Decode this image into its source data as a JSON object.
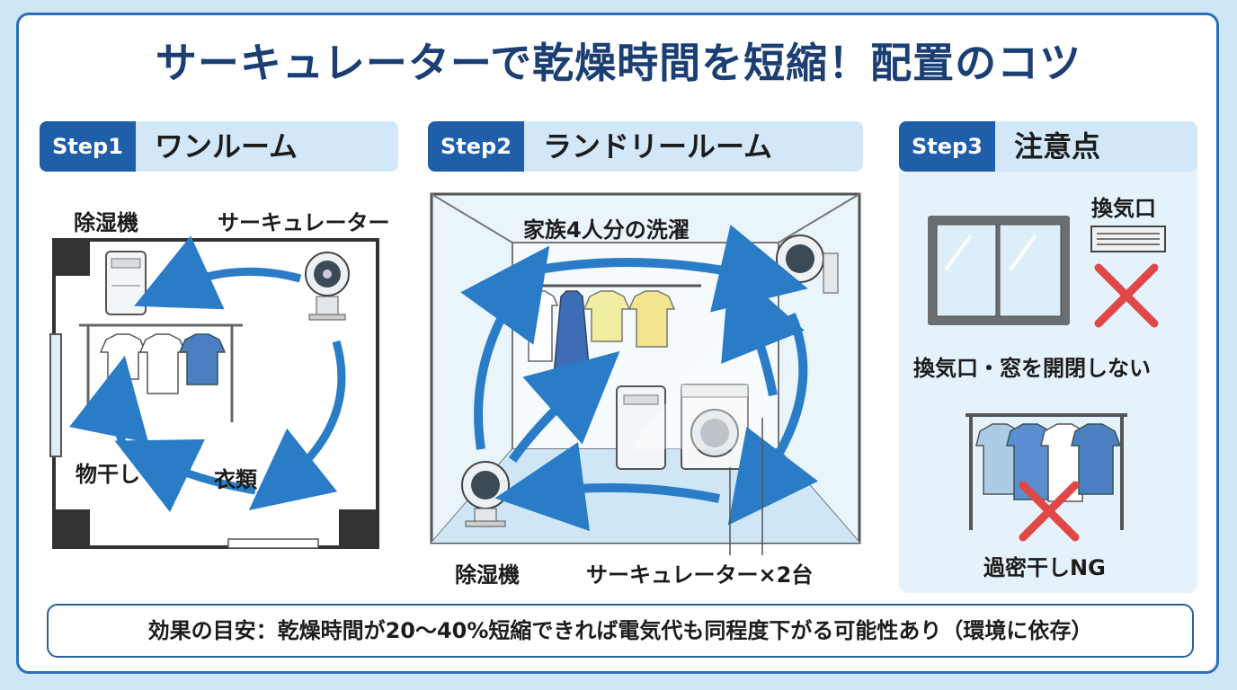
{
  "title": "サーキュレーターで乾燥時間を短縮！配置のコツ",
  "steps": [
    {
      "badge": "Step1",
      "title": "ワンルーム",
      "labels": {
        "dehumidifier": "除湿機",
        "circulator": "サーキュレーター",
        "drying_rack": "物干し",
        "clothes": "衣類"
      }
    },
    {
      "badge": "Step2",
      "title": "ランドリールーム",
      "labels": {
        "laundry": "家族4人分の洗濯",
        "dehumidifier": "除湿機",
        "circulators": "サーキュレーター×2台"
      }
    },
    {
      "badge": "Step3",
      "title": "注意点",
      "labels": {
        "vent": "換気口",
        "no_open": "換気口・窓を開閉しない",
        "no_crowd": "過密干しNG"
      }
    }
  ],
  "footer": "効果の目安：乾燥時間が20〜40%短縮できれば電気代も同程度下がる可能性あり（環境に依存）",
  "colors": {
    "accent": "#1f5ea8",
    "arrow": "#2a7cc7",
    "title": "#1b3f73",
    "cross": "#e04848"
  }
}
